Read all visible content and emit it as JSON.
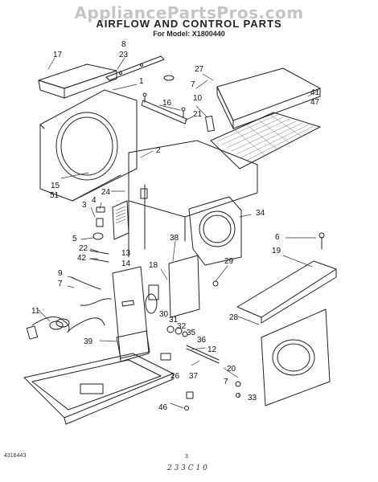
{
  "watermark": "AppliancePartsPros.com",
  "title": "AIRFLOW AND CONTROL PARTS",
  "model_line": "For Model: X1800440",
  "callouts": [
    {
      "id": "c17",
      "text": "17"
    },
    {
      "id": "c8",
      "text": "8"
    },
    {
      "id": "c23",
      "text": "23"
    },
    {
      "id": "c1",
      "text": "1"
    },
    {
      "id": "c27",
      "text": "27"
    },
    {
      "id": "c7a",
      "text": "7"
    },
    {
      "id": "c16",
      "text": "16"
    },
    {
      "id": "c10",
      "text": "10"
    },
    {
      "id": "c21",
      "text": "21"
    },
    {
      "id": "c41",
      "text": "41"
    },
    {
      "id": "c47",
      "text": "47"
    },
    {
      "id": "c2",
      "text": "2"
    },
    {
      "id": "c15",
      "text": "15"
    },
    {
      "id": "c51",
      "text": "51"
    },
    {
      "id": "c24",
      "text": "24"
    },
    {
      "id": "c4",
      "text": "4"
    },
    {
      "id": "c3",
      "text": "3"
    },
    {
      "id": "c34",
      "text": "34"
    },
    {
      "id": "c6",
      "text": "6"
    },
    {
      "id": "c19",
      "text": "19"
    },
    {
      "id": "c38",
      "text": "38"
    },
    {
      "id": "c5",
      "text": "5"
    },
    {
      "id": "c22",
      "text": "22"
    },
    {
      "id": "c42",
      "text": "42"
    },
    {
      "id": "c13",
      "text": "13"
    },
    {
      "id": "c14",
      "text": "14"
    },
    {
      "id": "c18",
      "text": "18"
    },
    {
      "id": "c29",
      "text": "29"
    },
    {
      "id": "c9",
      "text": "9"
    },
    {
      "id": "c7b",
      "text": "7"
    },
    {
      "id": "c11",
      "text": "11"
    },
    {
      "id": "c30",
      "text": "30"
    },
    {
      "id": "c31",
      "text": "31"
    },
    {
      "id": "c32",
      "text": "32"
    },
    {
      "id": "c28",
      "text": "28"
    },
    {
      "id": "c35",
      "text": "35"
    },
    {
      "id": "c36",
      "text": "36"
    },
    {
      "id": "c39",
      "text": "39"
    },
    {
      "id": "c12",
      "text": "12"
    },
    {
      "id": "c26",
      "text": "26"
    },
    {
      "id": "c37",
      "text": "37"
    },
    {
      "id": "c20",
      "text": "20"
    },
    {
      "id": "c7c",
      "text": "7"
    },
    {
      "id": "c33",
      "text": "33"
    },
    {
      "id": "c46",
      "text": "46"
    }
  ],
  "footer": {
    "doc_number": "4316443",
    "page": "3",
    "handwritten": "2 3 3 C 1 0"
  }
}
